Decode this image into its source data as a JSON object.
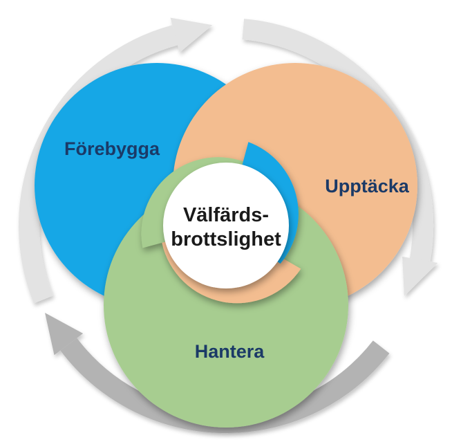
{
  "diagram": {
    "title": "Välfärdsbrottslighet cycle",
    "center": {
      "line1": "Välfärds-",
      "line2": "brottslighet",
      "text_color": "#1a1a1a",
      "fill": "#ffffff"
    },
    "stages": [
      {
        "label": "Förebygga",
        "color": "#16a7e6"
      },
      {
        "label": "Upptäcka",
        "color": "#f3bd90"
      },
      {
        "label": "Hantera",
        "color": "#a7cd90"
      }
    ],
    "label_color": "#1b3a67",
    "arrows": {
      "light_color": "#e3e3e3",
      "dark_color": "#b3b3b3"
    },
    "background": "#ffffff"
  }
}
